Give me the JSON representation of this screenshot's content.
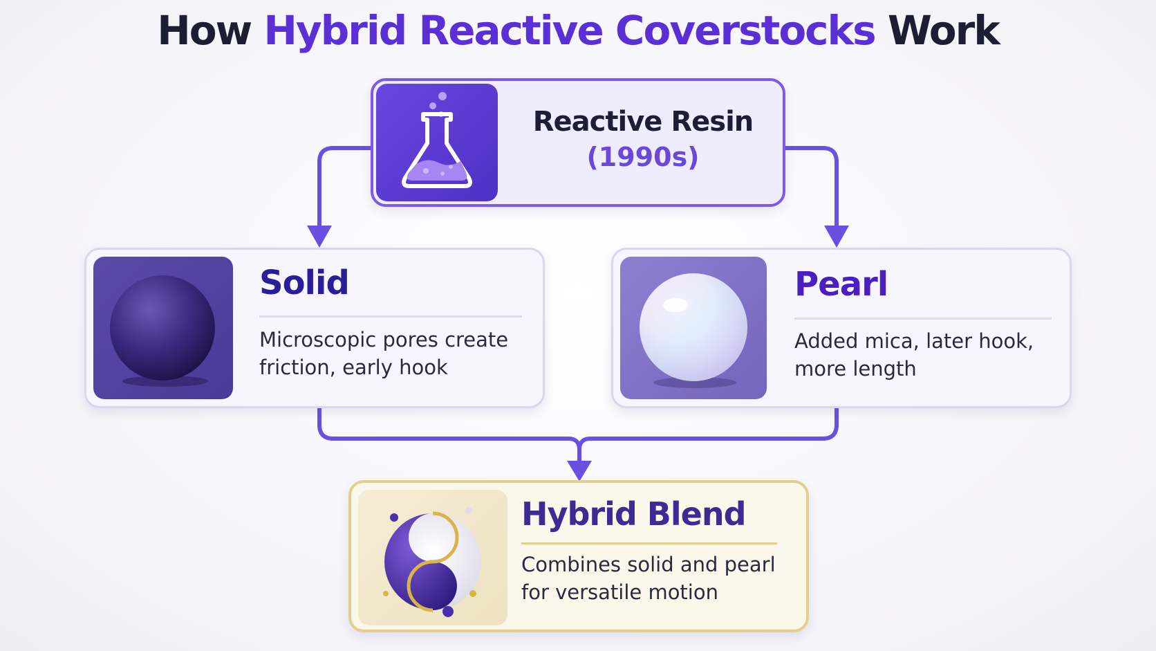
{
  "title": {
    "prefix": "How",
    "accent": "Hybrid Reactive Coverstocks",
    "suffix": "Work"
  },
  "nodes": {
    "reactive": {
      "title": "Reactive Resin",
      "subtitle": "(1990s)",
      "icon": "flask-icon"
    },
    "solid": {
      "title": "Solid",
      "description": "Microscopic pores create\nfriction, early hook",
      "icon": "solid-sphere-icon"
    },
    "pearl": {
      "title": "Pearl",
      "description": "Added mica, later hook,\nmore length",
      "icon": "pearl-sphere-icon"
    },
    "hybrid": {
      "title": "Hybrid Blend",
      "description": "Combines solid and pearl\nfor versatile motion",
      "icon": "swirl-blend-icon"
    }
  },
  "colors": {
    "accent": "#5b2fd6",
    "connector": "#6a4fe0",
    "gold": "#e2cf8e",
    "text": "#1d1d33"
  }
}
